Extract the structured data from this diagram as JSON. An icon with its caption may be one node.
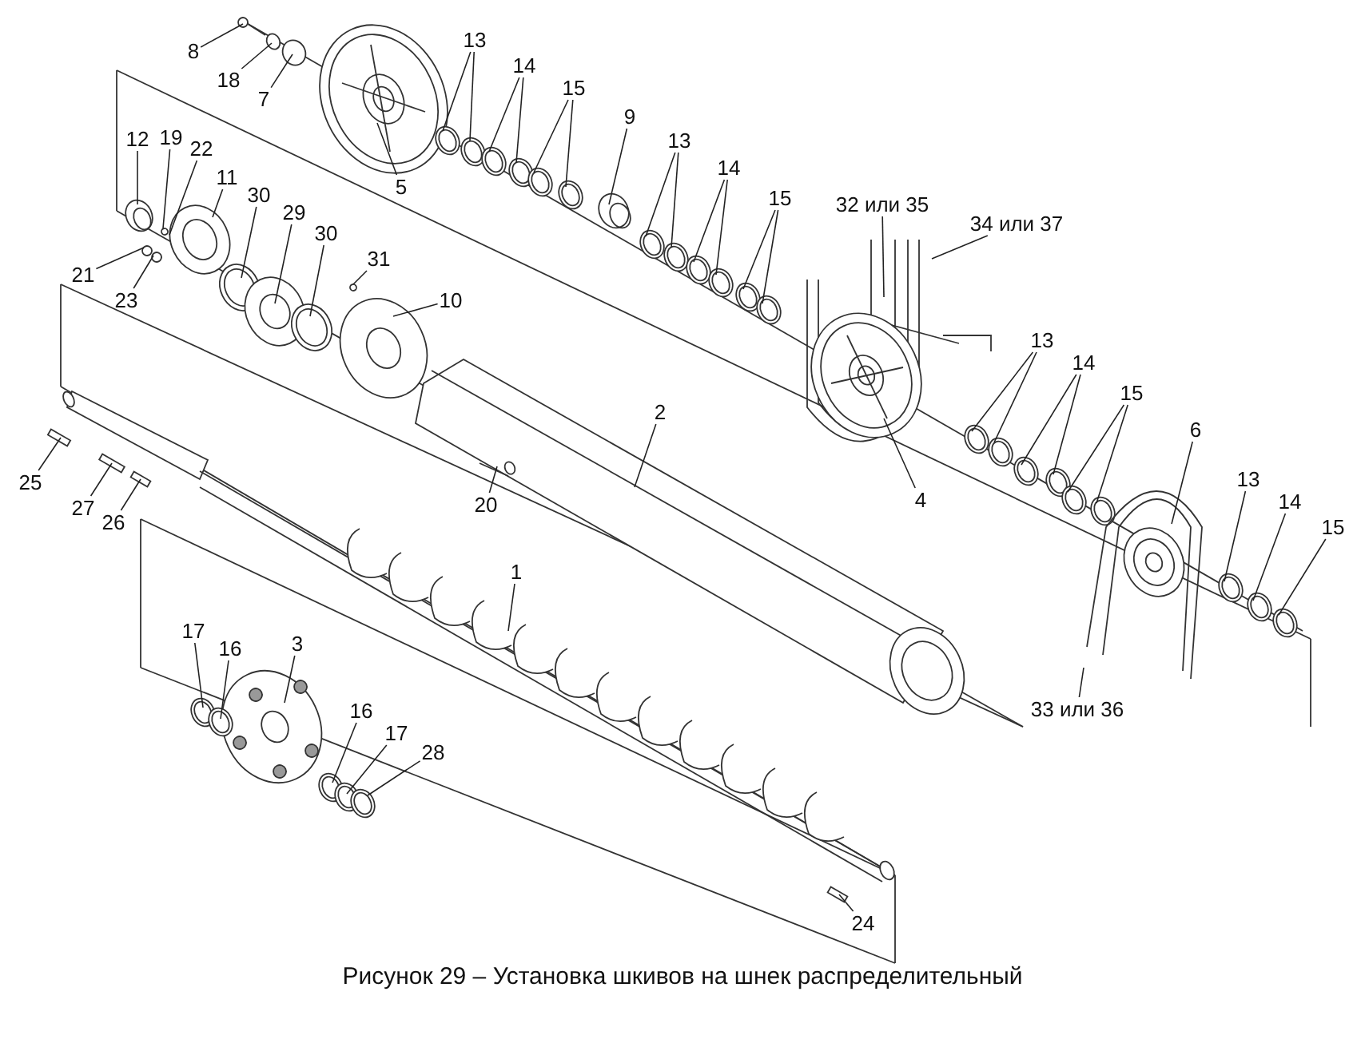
{
  "diagram": {
    "caption": "Рисунок 29 – Установка шкивов на шнек распределительный",
    "nodes": [
      {
        "text": [
          "8"
        ]
      },
      {
        "text": [
          "18"
        ]
      },
      {
        "text": [
          "7"
        ]
      },
      {
        "text": [
          "13"
        ]
      },
      {
        "text": [
          "14"
        ]
      },
      {
        "text": [
          "15"
        ]
      },
      {
        "text": [
          "9"
        ]
      },
      {
        "text": [
          "13"
        ]
      },
      {
        "text": [
          "14"
        ]
      },
      {
        "text": [
          "15"
        ]
      },
      {
        "text": [
          "5"
        ]
      },
      {
        "text": [
          "32 или 35"
        ]
      },
      {
        "text": [
          "34 или 37"
        ]
      },
      {
        "text": [
          "12"
        ]
      },
      {
        "text": [
          "19"
        ]
      },
      {
        "text": [
          "22"
        ]
      },
      {
        "text": [
          "11"
        ]
      },
      {
        "text": [
          "30"
        ]
      },
      {
        "text": [
          "29"
        ]
      },
      {
        "text": [
          "30"
        ]
      },
      {
        "text": [
          "31"
        ]
      },
      {
        "text": [
          "21"
        ]
      },
      {
        "text": [
          "23"
        ]
      },
      {
        "text": [
          "10"
        ]
      },
      {
        "text": [
          "13"
        ]
      },
      {
        "text": [
          "14"
        ]
      },
      {
        "text": [
          "15"
        ]
      },
      {
        "text": [
          "2"
        ]
      },
      {
        "text": [
          "6"
        ]
      },
      {
        "text": [
          "4"
        ]
      },
      {
        "text": [
          "25"
        ]
      },
      {
        "text": [
          "20"
        ]
      },
      {
        "text": [
          "27"
        ]
      },
      {
        "text": [
          "26"
        ]
      },
      {
        "text": [
          "13"
        ]
      },
      {
        "text": [
          "14"
        ]
      },
      {
        "text": [
          "15"
        ]
      },
      {
        "text": [
          "1"
        ]
      },
      {
        "text": [
          "17"
        ]
      },
      {
        "text": [
          "16"
        ]
      },
      {
        "text": [
          "3"
        ]
      },
      {
        "text": [
          "33 или 36"
        ]
      },
      {
        "text": [
          "16"
        ]
      },
      {
        "text": [
          "17"
        ]
      },
      {
        "text": [
          "28"
        ]
      },
      {
        "text": [
          "24"
        ]
      }
    ],
    "edges": [
      {
        "from": 0,
        "to": null,
        "arrow": "none"
      },
      {
        "from": 1,
        "to": null,
        "arrow": "none"
      },
      {
        "from": 2,
        "to": null,
        "arrow": "none"
      },
      {
        "from": 3,
        "to": null,
        "arrow": "none"
      },
      {
        "from": 3,
        "to": null,
        "arrow": "none"
      },
      {
        "from": 4,
        "to": null,
        "arrow": "none"
      },
      {
        "from": 4,
        "to": null,
        "arrow": "none"
      },
      {
        "from": 5,
        "to": null,
        "arrow": "none"
      },
      {
        "from": 5,
        "to": null,
        "arrow": "none"
      },
      {
        "from": 6,
        "to": null,
        "arrow": "none"
      },
      {
        "from": 7,
        "to": null,
        "arrow": "none"
      },
      {
        "from": 7,
        "to": null,
        "arrow": "none"
      },
      {
        "from": 8,
        "to": null,
        "arrow": "none"
      },
      {
        "from": 8,
        "to": null,
        "arrow": "none"
      },
      {
        "from": 9,
        "to": null,
        "arrow": "none"
      },
      {
        "from": 9,
        "to": null,
        "arrow": "none"
      },
      {
        "from": 10,
        "to": null,
        "arrow": "none"
      },
      {
        "from": 11,
        "to": null,
        "arrow": "none"
      },
      {
        "from": 12,
        "to": null,
        "arrow": "none"
      },
      {
        "from": 13,
        "to": null,
        "arrow": "none"
      },
      {
        "from": 14,
        "to": null,
        "arrow": "none"
      },
      {
        "from": 15,
        "to": null,
        "arrow": "none"
      },
      {
        "from": 16,
        "to": null,
        "arrow": "none"
      },
      {
        "from": 17,
        "to": null,
        "arrow": "none"
      },
      {
        "from": 18,
        "to": null,
        "arrow": "none"
      },
      {
        "from": 19,
        "to": null,
        "arrow": "none"
      },
      {
        "from": 20,
        "to": null,
        "arrow": "none"
      },
      {
        "from": 21,
        "to": null,
        "arrow": "none"
      },
      {
        "from": 22,
        "to": null,
        "arrow": "none"
      },
      {
        "from": 23,
        "to": null,
        "arrow": "none"
      },
      {
        "from": 24,
        "to": null,
        "arrow": "none"
      },
      {
        "from": 24,
        "to": null,
        "arrow": "none"
      },
      {
        "from": 25,
        "to": null,
        "arrow": "none"
      },
      {
        "from": 25,
        "to": null,
        "arrow": "none"
      },
      {
        "from": 26,
        "to": null,
        "arrow": "none"
      },
      {
        "from": 26,
        "to": null,
        "arrow": "none"
      },
      {
        "from": 27,
        "to": null,
        "arrow": "none"
      },
      {
        "from": 28,
        "to": null,
        "arrow": "none"
      },
      {
        "from": 29,
        "to": null,
        "arrow": "none"
      },
      {
        "from": 30,
        "to": null,
        "arrow": "none"
      },
      {
        "from": 31,
        "to": null,
        "arrow": "none"
      },
      {
        "from": 32,
        "to": null,
        "arrow": "none"
      },
      {
        "from": 33,
        "to": null,
        "arrow": "none"
      },
      {
        "from": 34,
        "to": null,
        "arrow": "none"
      },
      {
        "from": 35,
        "to": null,
        "arrow": "none"
      },
      {
        "from": 36,
        "to": null,
        "arrow": "none"
      },
      {
        "from": 37,
        "to": null,
        "arrow": "none"
      },
      {
        "from": 38,
        "to": null,
        "arrow": "none"
      },
      {
        "from": 39,
        "to": null,
        "arrow": "none"
      },
      {
        "from": 40,
        "to": null,
        "arrow": "none"
      },
      {
        "from": 41,
        "to": null,
        "arrow": "none"
      },
      {
        "from": 42,
        "to": null,
        "arrow": "none"
      },
      {
        "from": 43,
        "to": null,
        "arrow": "none"
      },
      {
        "from": 44,
        "to": null,
        "arrow": "none"
      },
      {
        "from": 45,
        "to": null,
        "arrow": "none"
      }
    ]
  }
}
